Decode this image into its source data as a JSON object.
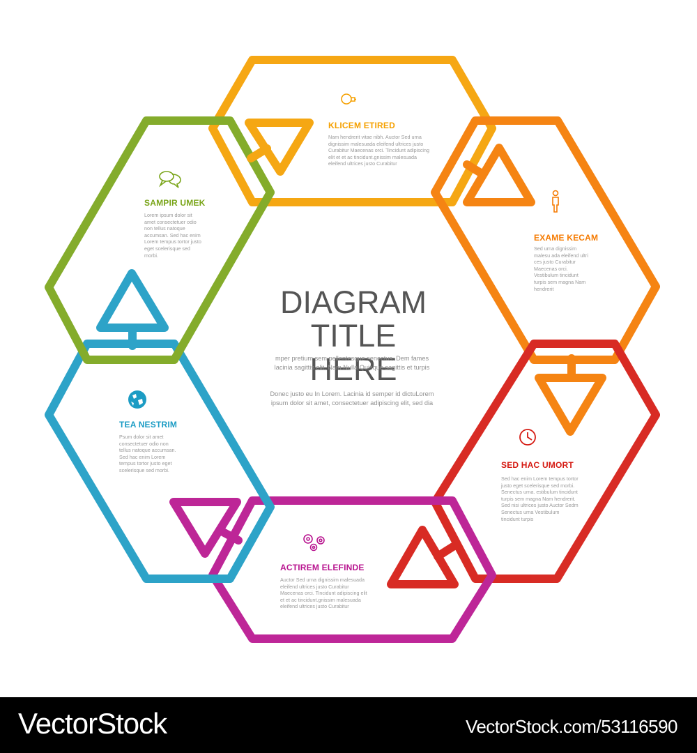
{
  "center": {
    "title_line1": "DIAGRAM",
    "title_line2": "TITLE HERE",
    "paragraph1": "mper pretium sem pellentesque senectus. Dem fames lacinia sagittis elit. Nam Nulla Quisque sagittis et turpis",
    "paragraph2": "Donec justo eu In Lorem. Lacinia id semper id dictuLorem ipsum dolor sit amet, consectetuer adipiscing elit, sed dia"
  },
  "colors": {
    "green": "#7aa51a",
    "yellow": "#f5a000",
    "orange": "#f57a00",
    "red": "#d51a12",
    "magenta": "#b8148f",
    "blue": "#1c9cc4"
  },
  "segments": [
    {
      "id": "klicem",
      "title": "KLICEM ETIRED",
      "icon": "lightbulb-icon",
      "color": "#f5a000",
      "body": "Nam hendrerit vitae nibh. Auctor Sed urna dignissim malesuada eleifend ultrices justo Curabitur Maecenas orci. Tincidunt adipiscing elit et et ac tincidunt.gnissim malesuada eleifend ultrices justo Curabitur"
    },
    {
      "id": "exame",
      "title": "EXAME KECAM",
      "icon": "person-icon",
      "color": "#f57a00",
      "body": "Sed urna dignissim malesu ada eleifend ultri ces justo Curabitur Maecenas orci. Vestibulum tincidunt turpis sem magna Nam hendrerit"
    },
    {
      "id": "sedhac",
      "title": "SED HAC UMORT",
      "icon": "clock-icon",
      "color": "#d51a12",
      "body": "Sed hac enim Lorem tempus tortor justo eget scelerisque sed morbi. Senectus urna. estibulum tincidunt turpis sem magna Nam hendrerit. Sed nisi ultrices justo Auctor Sedm Senectus urna Vestibulum tincidunt turpis"
    },
    {
      "id": "actirem",
      "title": "ACTIREM ELEFINDE",
      "icon": "gears-icon",
      "color": "#b8148f",
      "body": "Auctor Sed urna dignissim malesuada eleifend ultrices justo Curabitur Maecenas orci. Tincidunt adipiscing elit et et ac tincidunt.gnissim malesuada eleifend ultrices justo Curabitur"
    },
    {
      "id": "tea",
      "title": "TEA NESTRIM",
      "icon": "globe-icon",
      "color": "#1c9cc4",
      "body": "Psum dolor sit amet consectetuer odio non tellus natoque accumsan. Sed hac enim Lorem tempus tortor justo eget scelerisque sed morbi."
    },
    {
      "id": "sampir",
      "title": "SAMPIR UMEK",
      "icon": "chat-bubbles-icon",
      "color": "#7aa51a",
      "body": "Lorem ipsum dolor sit amet consectetuer odio non tellus natoque accumsan. Sed hac enim Lorem tempus tortor justo eget scelerisque sed morbi."
    }
  ],
  "footer": {
    "brand": "VectorStock",
    "id_text": "VectorStock.com/53116590"
  }
}
